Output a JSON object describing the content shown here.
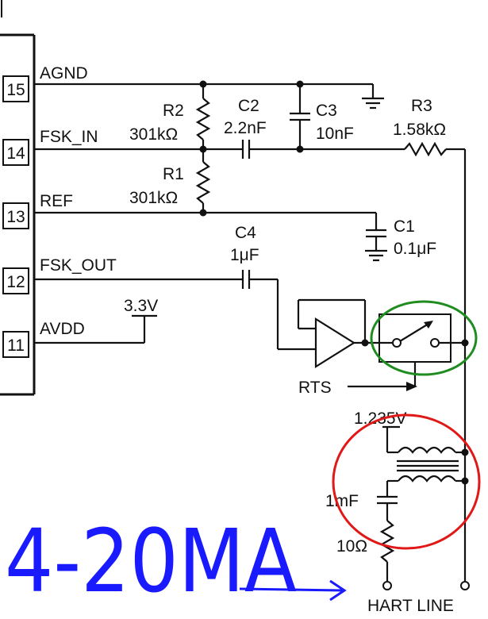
{
  "pins": [
    {
      "number": "15",
      "name": "AGND"
    },
    {
      "number": "14",
      "name": "FSK_IN"
    },
    {
      "number": "13",
      "name": "REF"
    },
    {
      "number": "12",
      "name": "FSK_OUT"
    },
    {
      "number": "11",
      "name": "AVDD"
    }
  ],
  "components": {
    "r2": {
      "ref": "R2",
      "value": "301kΩ"
    },
    "r1": {
      "ref": "R1",
      "value": "301kΩ"
    },
    "c2": {
      "ref": "C2",
      "value": "2.2nF"
    },
    "c3": {
      "ref": "C3",
      "value": "10nF"
    },
    "r3": {
      "ref": "R3",
      "value": "1.58kΩ"
    },
    "c1": {
      "ref": "C1",
      "value": "0.1μF"
    },
    "c4": {
      "ref": "C4",
      "value": "1μF"
    },
    "supply": "3.3V",
    "rts": "RTS",
    "bias": "1.235V",
    "cap_series": "1mF",
    "res_series": "10Ω",
    "hart_line": "HART LINE"
  },
  "annotation": {
    "handwritten": "4-20MA"
  },
  "colors": {
    "highlight_switch": "#1e8c1e",
    "highlight_transformer": "#e01818",
    "annotation_ink": "#1a1aff"
  }
}
